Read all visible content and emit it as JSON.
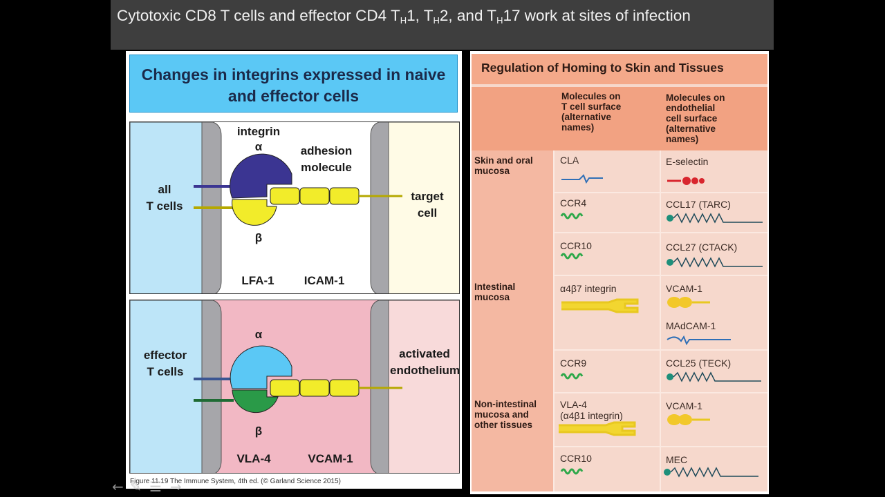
{
  "slide": {
    "title_parts": [
      "Cytotoxic CD8 T cells and effector CD4 T",
      "H",
      "1, T",
      "H",
      "2, and T",
      "H",
      "17 work at sites of infection"
    ]
  },
  "figure": {
    "header": "Changes in integrins expressed in naive and effector cells",
    "top": {
      "left_label": "all\nT cells",
      "integrin_label": "integrin",
      "alpha": "α",
      "beta": "β",
      "adhesion_label": "adhesion\nmolecule",
      "right_label": "target\ncell",
      "integrin_name": "LFA-1",
      "adhesion_name": "ICAM-1"
    },
    "bottom": {
      "left_label": "effector\nT cells",
      "alpha": "α",
      "beta": "β",
      "right_label": "activated\nendothelium",
      "integrin_name": "VLA-4",
      "adhesion_name": "VCAM-1"
    },
    "caption": "Figure 11.19 The Immune System, 4th ed. (© Garland Science 2015)"
  },
  "table": {
    "title": "Regulation of Homing to Skin and Tissues",
    "col_tcell": "Molecules on\nT cell surface\n(alternative\nnames)",
    "col_endo": "Molecules on\nendothelial\ncell surface\n(alternative\nnames)",
    "tissues": {
      "skin": "Skin and oral\nmucosa",
      "intestinal": "Intestinal\nmucosa",
      "other": "Non-intestinal\nmucosa and\nother tissues"
    },
    "tcell_molecules": [
      "CLA",
      "CCR4",
      "CCR10",
      "α4β7 integrin",
      "CCR9",
      "VLA-4\n(α4β1 integrin)",
      "CCR10"
    ],
    "endo_molecules": [
      "E-selectin",
      "CCL17 (TARC)",
      "CCL27 (CTACK)",
      "VCAM-1",
      "MAdCAM-1",
      "CCL25 (TECK)",
      "VCAM-1",
      "MEC"
    ]
  },
  "colors": {
    "title_bar": "#3e3e3e",
    "header_blue": "#5bc8f5",
    "integrin_alpha_top": "#3b3592",
    "integrin_alpha_bottom": "#5bc8f5",
    "integrin_beta_top": "#f2ec2a",
    "integrin_beta_bottom": "#2a9a48",
    "adhesion_yellow": "#f2ec2a",
    "panel_pink": "#f2b8c4",
    "table_salmon": "#f4a98a",
    "table_body": "#f6d8cc"
  },
  "icons": [
    "arrow-left-icon",
    "pen-icon",
    "menu-icon",
    "arrow-right-icon"
  ]
}
